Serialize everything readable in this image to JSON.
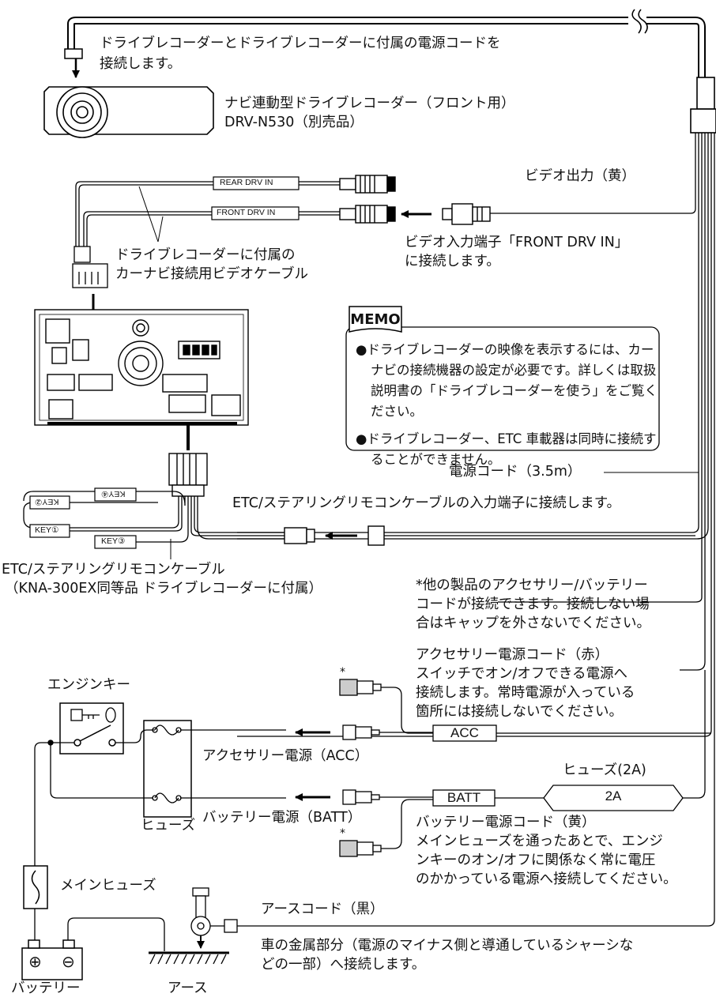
{
  "drive_recorder_note": [
    "ドライブレコーダーとドライブレコーダーに付属の電源コードを",
    "接続します。"
  ],
  "drive_recorder_name": [
    "ナビ連動型ドライブレコーダー（フロント用）",
    "DRV-N530（別売品）"
  ],
  "connector_labels": {
    "rear_drv_in": "REAR DRV IN",
    "front_drv_in": "FRONT DRV IN"
  },
  "video_output": "ビデオ出力（黄）",
  "video_input_note": [
    "ビデオ入力端子「FRONT DRV IN」",
    "に接続します。"
  ],
  "camera_cable_note": [
    "ドライブレコーダーに付属の",
    "カーナビ接続用ビデオケーブル"
  ],
  "memo": {
    "tab": "MEMO",
    "items": [
      "●ドライブレコーダーの映像を表示するには、カーナビの接続機器の設定が必要です。詳しくは取扱説明書の「ドライブレコーダーを使う」をご覧ください。",
      "●ドライブレコーダー、ETC 車載器は同時に接続することができません。"
    ]
  },
  "power_cord": "電源コード（3.5m）",
  "etc_input_note": "ETC/ステアリングリモコンケーブルの入力端子に接続します。",
  "key_labels": {
    "key1": "KEY①",
    "key2": "KEY②",
    "key3": "KEY③",
    "key4": "KEY④"
  },
  "etc_cable_name": [
    "ETC/ステアリングリモコンケーブル",
    "（KNA-300EX同等品 ドライブレコーダーに付属）"
  ],
  "other_products_note": [
    "*他の製品のアクセサリー/バッテリー",
    "コードが接続できます。接続しない場",
    "合はキャップを外さないでください。"
  ],
  "acc_cord_note": [
    "アクセサリー電源コード（赤）",
    "スイッチでオン/オフできる電源へ",
    "接続します。常時電源が入っている",
    "箇所には接続しないでください。"
  ],
  "engine_key": "エンジンキー",
  "acc_box": "ACC",
  "acc_power": "アクセサリー電源（ACC）",
  "fuse_2a_label": "ヒューズ(2A)",
  "fuse_2a_value": "2A",
  "batt_box": "BATT",
  "batt_power": "バッテリー電源（BATT）",
  "fuse": "ヒューズ",
  "batt_cord_note": [
    "バッテリー電源コード（黄）",
    "メインヒューズを通ったあとで、エンジ",
    "ンキーのオン/オフに関係なく常に電圧",
    "のかかっている電源へ接続してください。"
  ],
  "main_fuse": "メインヒューズ",
  "earth_cord": "アースコード（黒）",
  "earth_note": [
    "車の金属部分（電源のマイナス側と導通しているシャーシな",
    "どの一部）へ接続します。"
  ],
  "battery": "バッテリー",
  "earth": "アース",
  "asterisk": "*",
  "battery_plus": "⊕",
  "battery_minus": "⊖"
}
